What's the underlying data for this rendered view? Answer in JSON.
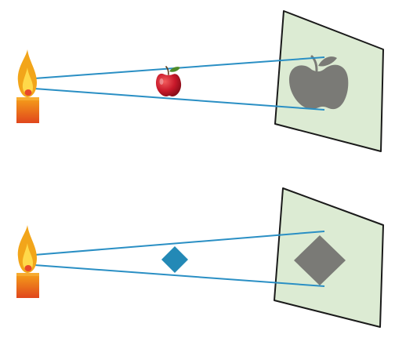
{
  "colors": {
    "background": "#ffffff",
    "screen_fill": "#dcebd3",
    "screen_edge": "#1a1a1a",
    "ray": "#2a8fc4",
    "shadow": "#7a7a76",
    "diamond": "#2389b6",
    "apple_red": "#c8182a",
    "apple_leaf": "#4f8b2a",
    "candle_top": "#f6a21a",
    "candle_bottom": "#e0461c",
    "flame_outer": "#f2a51a",
    "flame_inner": "#ffd94a",
    "wick": "#e8482a"
  },
  "panels": [
    {
      "name": "apple-shadow-panel",
      "light_source": "candle-icon",
      "object": "apple-icon",
      "shadow": "apple-shadow"
    },
    {
      "name": "diamond-shadow-panel",
      "light_source": "candle-icon",
      "object": "diamond-icon",
      "shadow": "diamond-shadow"
    }
  ]
}
